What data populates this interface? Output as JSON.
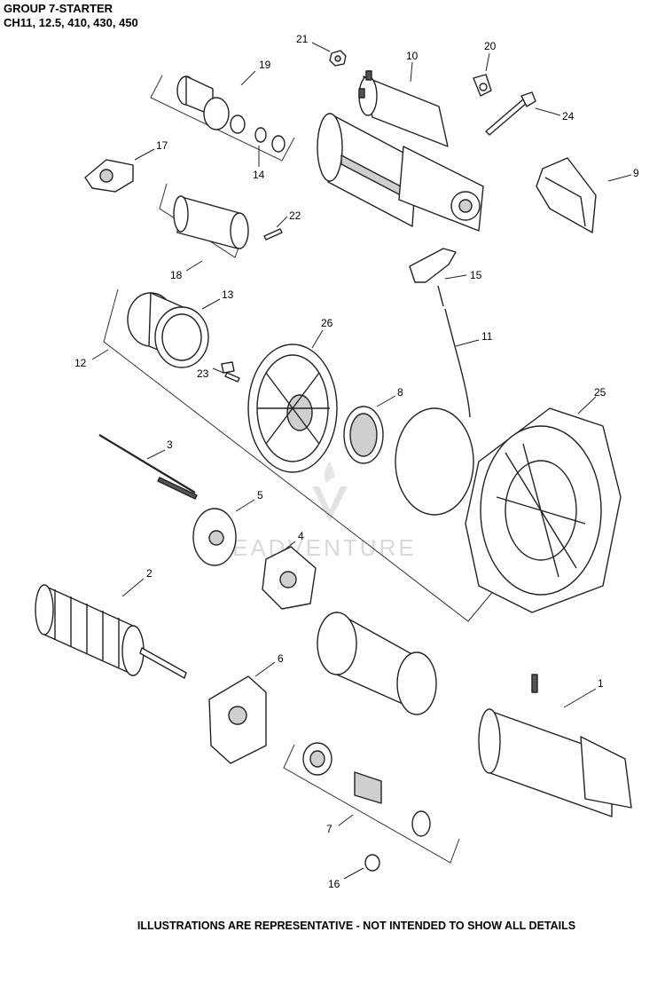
{
  "header": {
    "title_line1": "GROUP 7-STARTER",
    "title_line2": "CH11, 12.5, 410, 430, 450"
  },
  "footer": {
    "note": "ILLUSTRATIONS ARE REPRESENTATIVE - NOT INTENDED TO SHOW ALL DETAILS"
  },
  "watermark": {
    "text": "EADVENTURE"
  },
  "callouts": {
    "c1": "1",
    "c2": "2",
    "c3": "3",
    "c4": "4",
    "c5": "5",
    "c6": "6",
    "c7": "7",
    "c8": "8",
    "c9": "9",
    "c10": "10",
    "c11": "11",
    "c12": "12",
    "c13": "13",
    "c14": "14",
    "c15": "15",
    "c16": "16",
    "c17": "17",
    "c18": "18",
    "c19": "19",
    "c20": "20",
    "c21": "21",
    "c22": "22",
    "c23": "23",
    "c24": "24",
    "c25": "25",
    "c26": "26"
  }
}
